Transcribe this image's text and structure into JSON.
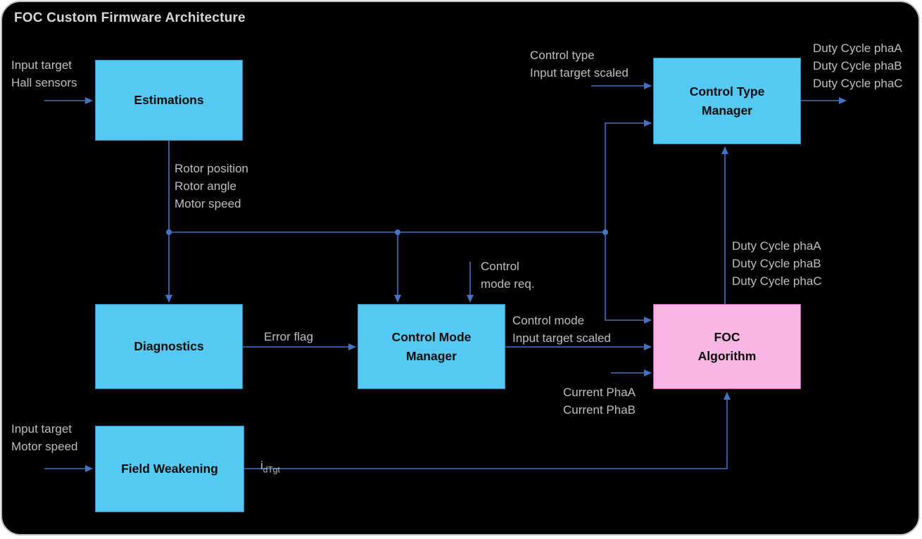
{
  "title": "FOC Custom Firmware Architecture",
  "colors": {
    "background": "#000000",
    "canvas_border": "#BFBFBF",
    "title_text": "#D6D6D6",
    "label_text": "#BFBFBF",
    "wire": "#4472C4",
    "node_fill": "#55C9F2",
    "node_border": "#2E86C1",
    "node_text": "#0B0B0B",
    "foc_fill": "#F8B7E3",
    "foc_border": "#C95FB0"
  },
  "nodes": {
    "estimations": {
      "label": "Estimations"
    },
    "diagnostics": {
      "label": "Diagnostics"
    },
    "control_mode_manager": {
      "label": "Control Mode\nManager"
    },
    "control_type_manager": {
      "label": "Control Type\nManager"
    },
    "foc_algorithm": {
      "label": "FOC\nAlgorithm"
    },
    "field_weakening": {
      "label": "Field Weakening"
    }
  },
  "labels": {
    "estimations_inputs": "Input target\nHall sensors",
    "estimations_outputs": "Rotor position\nRotor angle\nMotor speed",
    "control_type_inputs": "Control type\nInput target scaled",
    "duty_cycle_outputs": "Duty Cycle phaA\nDuty Cycle phaB\nDuty Cycle phaC",
    "control_mode_request": "Control\nmode req.",
    "error_flag": "Error flag",
    "control_mode_outputs": "Control mode\nInput target scaled",
    "duty_cycle_feedback": "Duty Cycle phaA\nDuty Cycle phaB\nDuty Cycle phaC",
    "current_inputs": "Current PhaA\nCurrent PhaB",
    "field_weakening_inputs": "Input target\nMotor speed",
    "id_target": {
      "base": "i",
      "sub": "dTgt"
    }
  }
}
